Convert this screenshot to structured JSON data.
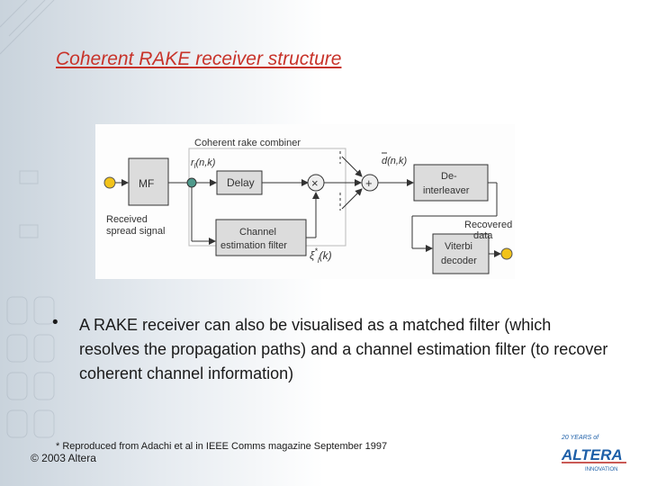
{
  "slide": {
    "title": "Coherent RAKE receiver structure",
    "bullet": "A RAKE receiver can also be visualised as a matched filter (which resolves the propagation paths) and a channel estimation filter (to recover coherent channel information)",
    "footnote": "* Reproduced from Adachi et al in IEEE Comms magazine September 1997",
    "copyright": "© 2003 Altera"
  },
  "diagram": {
    "combiner_label": "Coherent rake combiner",
    "mf_label": "MF",
    "delay_label": "Delay",
    "channel_filter_line1": "Channel",
    "channel_filter_line2": "estimation filter",
    "deinterleaver_line1": "De-",
    "deinterleaver_line2": "interleaver",
    "viterbi_line1": "Viterbi",
    "viterbi_line2": "decoder",
    "received_line1": "Received",
    "received_line2": "spread signal",
    "recovered_line1": "Recovered",
    "recovered_line2": "data",
    "r_label": "r",
    "r_sub": "l",
    "r_args": "(n,k)",
    "d_label": "d(n,k)",
    "xi_label": "ξ",
    "xi_sup": "*",
    "xi_sub": "l",
    "xi_args": "(k)",
    "multiply_symbol": "×",
    "sum_symbol": "+"
  },
  "logo": {
    "top_line": "20 YEARS of",
    "wordmark": "ALTERA",
    "bottom_line": "INNOVATION"
  },
  "colors": {
    "title": "#c8332a",
    "node_yellow": "#f2c31a",
    "node_teal": "#4f9a8c",
    "box_fill": "#dcdcdc",
    "logo_blue": "#1d5fa8",
    "logo_red": "#b8231f"
  }
}
